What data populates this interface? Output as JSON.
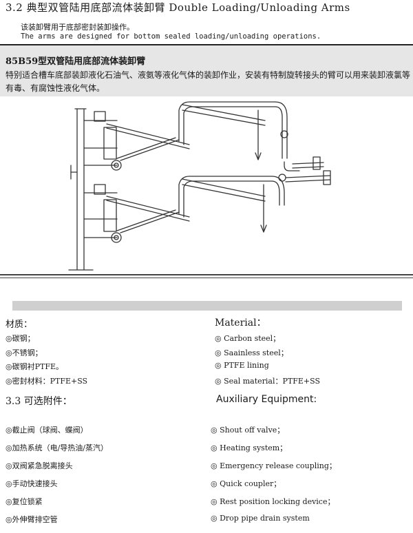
{
  "header": {
    "title": "3.2 典型双管陆用底部流体装卸臂  Double Loading/Unloading Arms",
    "subtitle_cn": "该装卸臂用于底部密封装卸操作。",
    "subtitle_en": "The arms are designed for bottom sealed loading/unloading operations."
  },
  "product": {
    "title": "85B59型双管陆用底部流体装卸臂",
    "description": "特别适合槽车底部装卸液化石油气、液氨等液化气体的装卸作业，安装有特制旋转接头的臂可以用来装卸液氯等有毒、有腐蚀性液化气体。"
  },
  "materials": {
    "cn_header": "材质：",
    "en_header": "Material：",
    "cn_items": [
      "◎碳钢；",
      "◎不锈钢；",
      "◎碳钢衬PTFE。",
      "◎密封材料：PTFE+SS"
    ],
    "en_items": [
      "◎ Carbon steel；",
      "◎ Saainless steel；",
      "◎ PTFE lining",
      "◎ Seal material：PTFE+SS"
    ]
  },
  "accessories": {
    "cn_header": "3.3 可选附件：",
    "en_header": "Auxiliary Equipment:",
    "cn_items": [
      "◎截止阀（球阀、蝶阀）",
      "◎加热系统（电/导热油/蒸汽）",
      "◎双阀紧急脱离接头",
      "◎手动快速接头",
      "◎复位锁紧",
      "◎外伸臂排空管"
    ],
    "en_items": [
      "◎ Shout off valve；",
      "◎ Heating system；",
      "◎ Emergency release coupling；",
      "◎ Quick coupler；",
      "◎ Rest position locking device；",
      "◎ Drop pipe drain system"
    ]
  }
}
